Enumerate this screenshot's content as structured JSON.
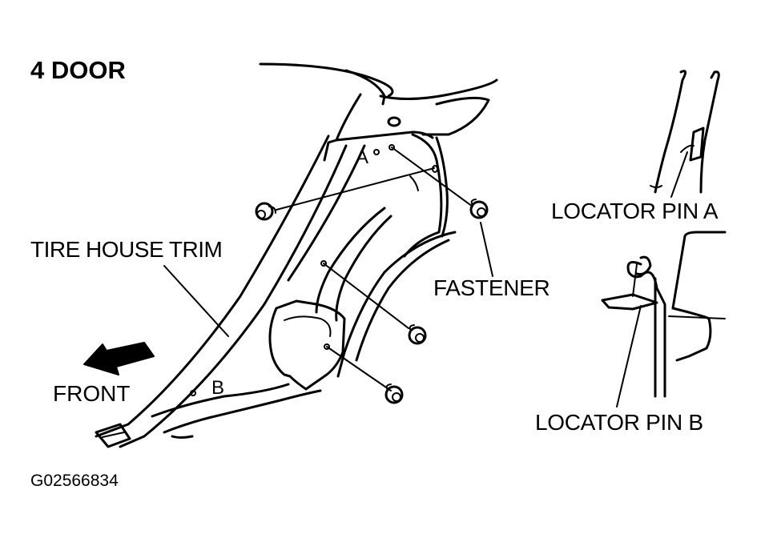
{
  "figure": {
    "title": "4 DOOR",
    "labels": {
      "tire_house_trim": "TIRE HOUSE TRIM",
      "fastener": "FASTENER",
      "front": "FRONT",
      "locator_pin_a": "LOCATOR PIN A",
      "locator_pin_b": "LOCATOR PIN B",
      "point_a": "A",
      "point_b": "B"
    },
    "figure_code": "G02566834"
  },
  "colors": {
    "ink": "#000000",
    "paper": "#ffffff"
  }
}
